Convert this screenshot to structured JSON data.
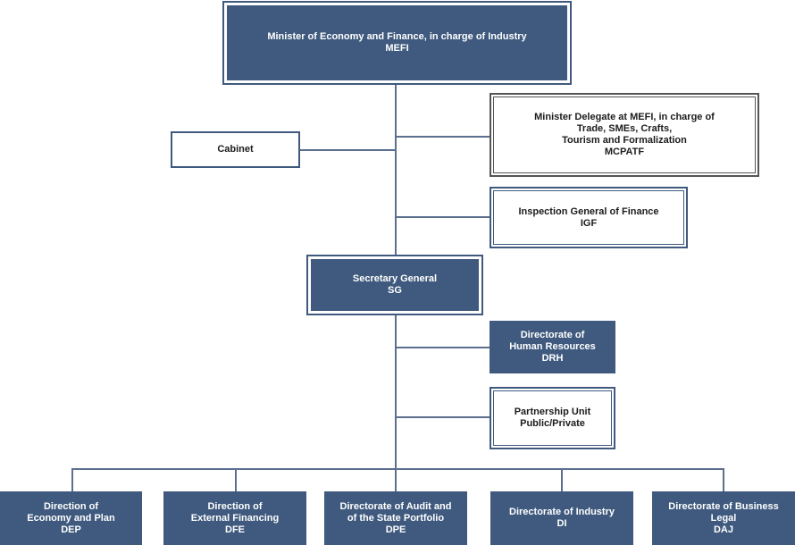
{
  "minister": {
    "line1": "Minister of Economy and Finance, in charge of Industry",
    "line2": "MEFI"
  },
  "delegate": {
    "line1": "Minister Delegate at MEFI, in charge of",
    "line2": "Trade, SMEs, Crafts,",
    "line3": "Tourism and Formalization",
    "line4": "MCPATF"
  },
  "cabinet": {
    "label": "Cabinet"
  },
  "igf": {
    "line1": "Inspection General of Finance",
    "line2": "IGF"
  },
  "sg": {
    "line1": "Secretary General",
    "line2": "SG"
  },
  "drh": {
    "line1": "Directorate of",
    "line2": "Human Resources",
    "line3": "DRH"
  },
  "ppp": {
    "line1": "Partnership Unit",
    "line2": "Public/Private"
  },
  "directorates": [
    {
      "line1": "Direction of",
      "line2": "Economy and Plan",
      "line3": "DEP"
    },
    {
      "line1": "Direction of",
      "line2": "External Financing",
      "line3": "DFE"
    },
    {
      "line1": "Directorate of Audit and",
      "line2": "of the State Portfolio",
      "line3": "DPE"
    },
    {
      "line1": "Directorate of Industry",
      "line2": "DI"
    },
    {
      "line1": "Directorate of Business",
      "line2": "Legal",
      "line3": "DAJ"
    }
  ],
  "colors": {
    "dark_box": "#3f5a7e",
    "connector": "#5d6f8e"
  }
}
